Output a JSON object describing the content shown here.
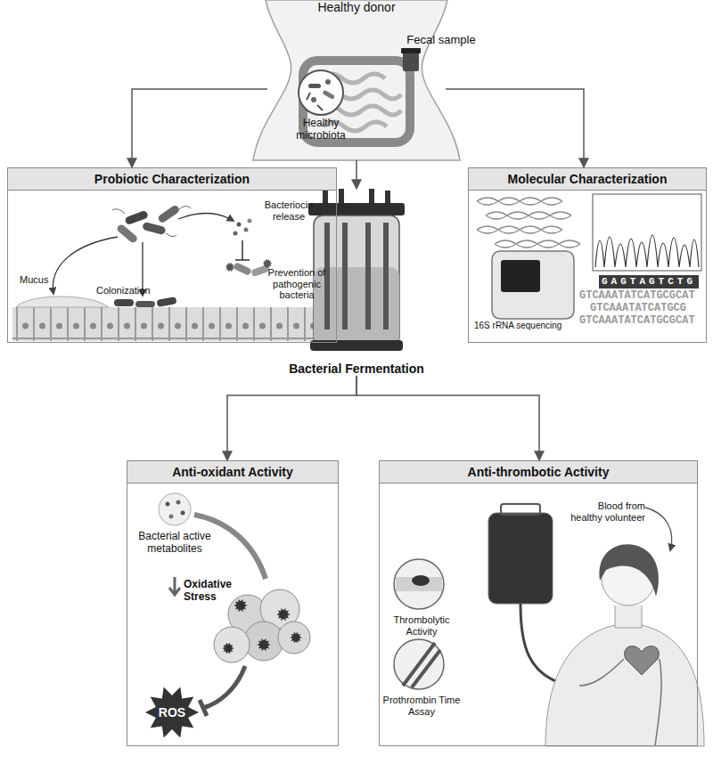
{
  "diagram": {
    "nodes": [
      {
        "text": [
          "Healthy donor"
        ]
      },
      {
        "text": [
          "Probiotic Characterization"
        ]
      },
      {
        "text": [
          "Molecular Characterization"
        ]
      },
      {
        "text": [
          "Bacterial Fermentation"
        ]
      },
      {
        "text": [
          "Anti-oxidant Activity"
        ]
      },
      {
        "text": [
          "Anti-thrombotic Activity"
        ]
      }
    ],
    "edges": [
      {
        "from": 0,
        "to": 1,
        "arrow": "to"
      },
      {
        "from": 0,
        "to": 2,
        "arrow": "to"
      },
      {
        "from": 0,
        "to": 3,
        "arrow": "to"
      },
      {
        "from": 3,
        "to": 4,
        "arrow": "to"
      },
      {
        "from": 3,
        "to": 5,
        "arrow": "to"
      }
    ],
    "labels": [
      "Fecal sample",
      "Healthy microbiota",
      "Bacteriocin release",
      "Mucus",
      "Colonization",
      "Prevention of pathogenic bacteria",
      "16S rRNA sequencing",
      "GAGTAGTCTG",
      "GTCAAATATCATGCGCAT",
      "GTCAAATATCATGCG",
      "GTCAAATATCATGCGCAT",
      "Bacterial active metabolites",
      "Oxidative Stress",
      "ROS",
      "Thrombolytic Activity",
      "Prothrombin Time Assay",
      "Blood from healthy volunteer"
    ]
  }
}
